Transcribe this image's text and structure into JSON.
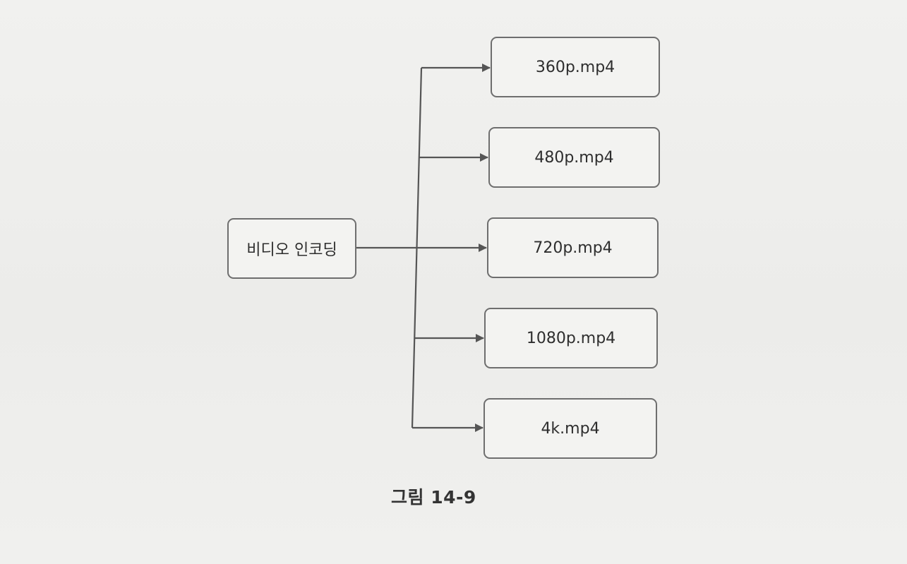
{
  "diagram": {
    "source": {
      "label": "비디오 인코딩"
    },
    "outputs": [
      {
        "label": "360p.mp4"
      },
      {
        "label": "480p.mp4"
      },
      {
        "label": "720p.mp4"
      },
      {
        "label": "1080p.mp4"
      },
      {
        "label": "4k.mp4"
      }
    ],
    "edges": [
      {
        "from": "비디오 인코딩",
        "to": "360p.mp4"
      },
      {
        "from": "비디오 인코딩",
        "to": "480p.mp4"
      },
      {
        "from": "비디오 인코딩",
        "to": "720p.mp4"
      },
      {
        "from": "비디오 인코딩",
        "to": "1080p.mp4"
      },
      {
        "from": "비디오 인코딩",
        "to": "4k.mp4"
      }
    ]
  },
  "caption": "그림 14-9",
  "colors": {
    "stroke": "#555555",
    "box_border": "#6e6e6e",
    "text": "#2e2e2e"
  }
}
